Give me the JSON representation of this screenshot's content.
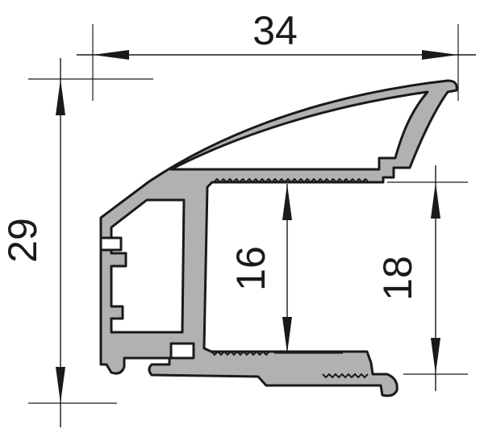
{
  "dimensions": {
    "width": "34",
    "height": "29",
    "inner_height_a": "16",
    "inner_height_b": "18"
  }
}
